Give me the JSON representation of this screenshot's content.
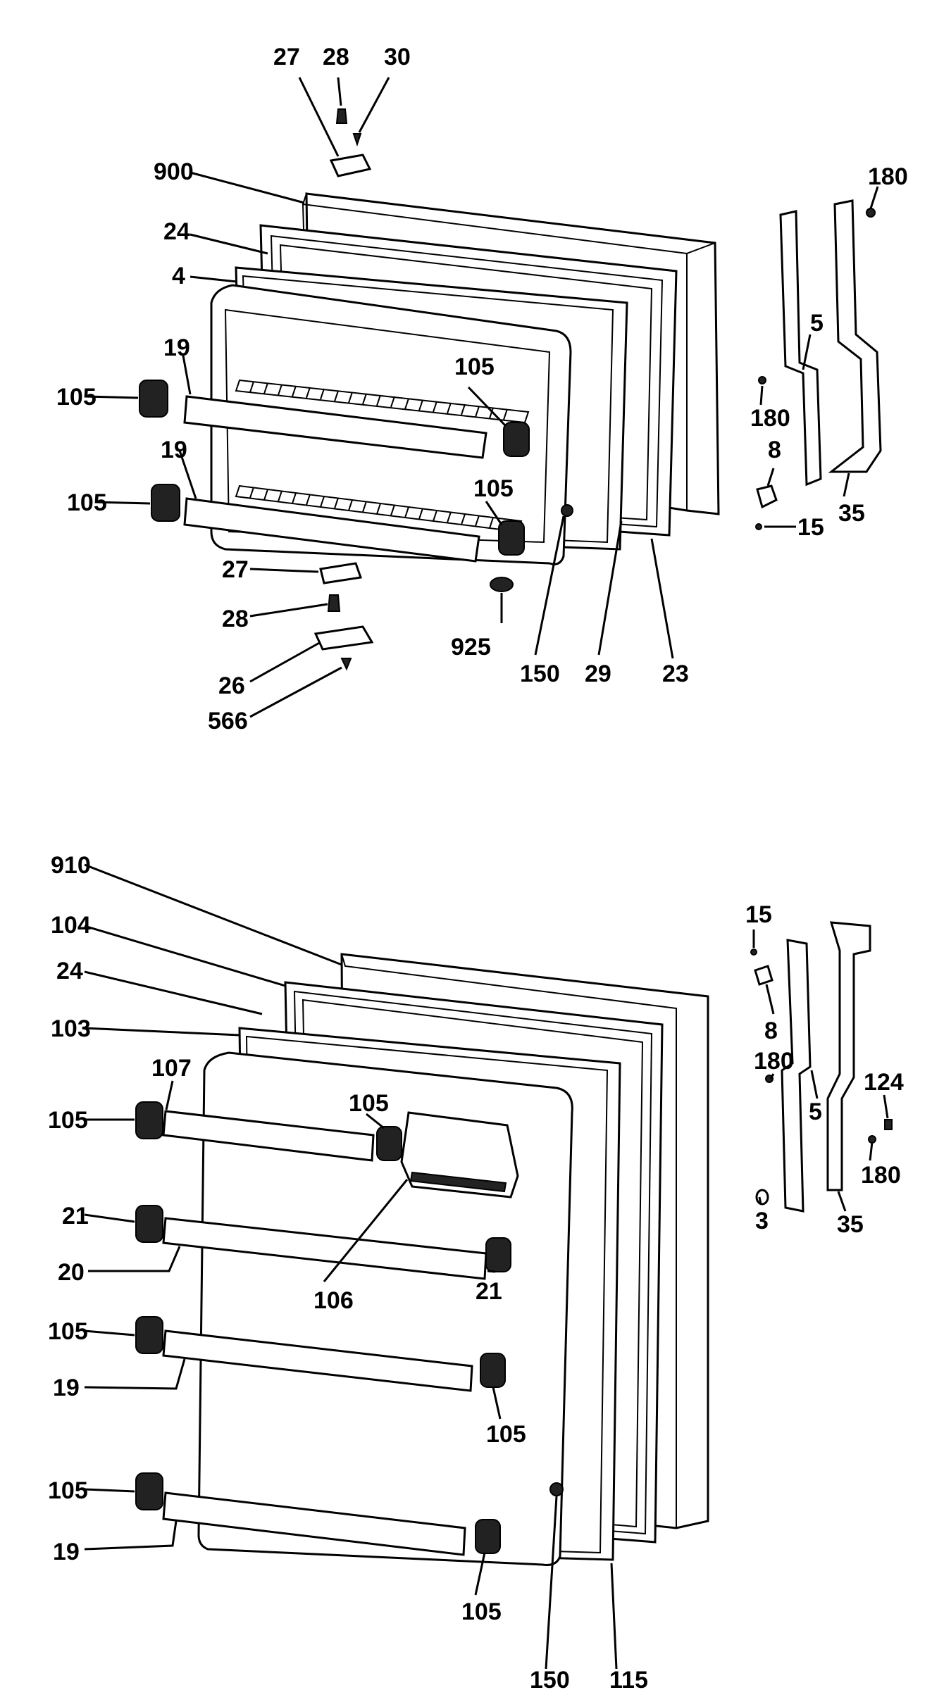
{
  "top_diagram": {
    "labels": [
      "27",
      "28",
      "30",
      "900",
      "180",
      "24",
      "4",
      "19",
      "105",
      "105",
      "180",
      "5",
      "8",
      "15",
      "35",
      "19",
      "105",
      "105",
      "27",
      "28",
      "925",
      "150",
      "29",
      "23",
      "26",
      "566"
    ]
  },
  "bottom_diagram": {
    "labels": [
      "910",
      "104",
      "24",
      "103",
      "15",
      "8",
      "180",
      "5",
      "124",
      "180",
      "107",
      "105",
      "105",
      "21",
      "20",
      "106",
      "21",
      "105",
      "105",
      "19",
      "3",
      "35",
      "105",
      "19",
      "105",
      "150",
      "115"
    ]
  }
}
